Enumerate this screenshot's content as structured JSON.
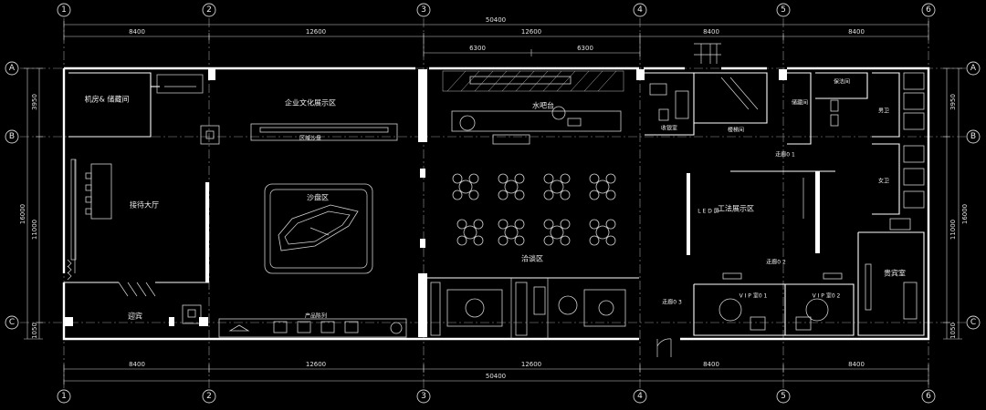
{
  "grid": {
    "columns": [
      "1",
      "2",
      "3",
      "4",
      "5",
      "6"
    ],
    "rows": [
      "A",
      "B",
      "C"
    ]
  },
  "dimensions": {
    "total": "50400",
    "top_spans": [
      "8400",
      "12600",
      "12600",
      "8400",
      "8400"
    ],
    "top_sub_spans": [
      "6300",
      "6300"
    ],
    "bottom_spans": [
      "8400",
      "12600",
      "12600",
      "8400",
      "8400"
    ],
    "bottom_total": "50400",
    "left_side": [
      "3950",
      "16000",
      "11000",
      "1050"
    ],
    "right_side": [
      "3950",
      "16000",
      "11000",
      "1050"
    ]
  },
  "rooms": {
    "machine_storage": "机房& 储藏间",
    "reception_hall": "接待大厅",
    "welcome": "迎宾",
    "culture_exhibit": "企业文化展示区",
    "sand_table": "沙盘区",
    "water_bar": "水吧台",
    "negotiation": "洽谈区",
    "cashier": "收银室",
    "stairwell": "楼梯间",
    "storage": "储藏间",
    "cleaning": "保洁间",
    "male_wc": "男卫",
    "female_wc": "女卫",
    "corridor_1": "走廊0 1",
    "corridor_2": "走廊0 2",
    "corridor_3": "走廊0 3",
    "craft_exhibit": "工法展示区",
    "vip_1": "V I P 室0 1",
    "vip_2": "V I P 室0 2",
    "guest_room": "贵宾室",
    "led_screen": "L E D 屏",
    "product_showcase": "产品陈列",
    "wall_screen": "区域沙盘"
  }
}
